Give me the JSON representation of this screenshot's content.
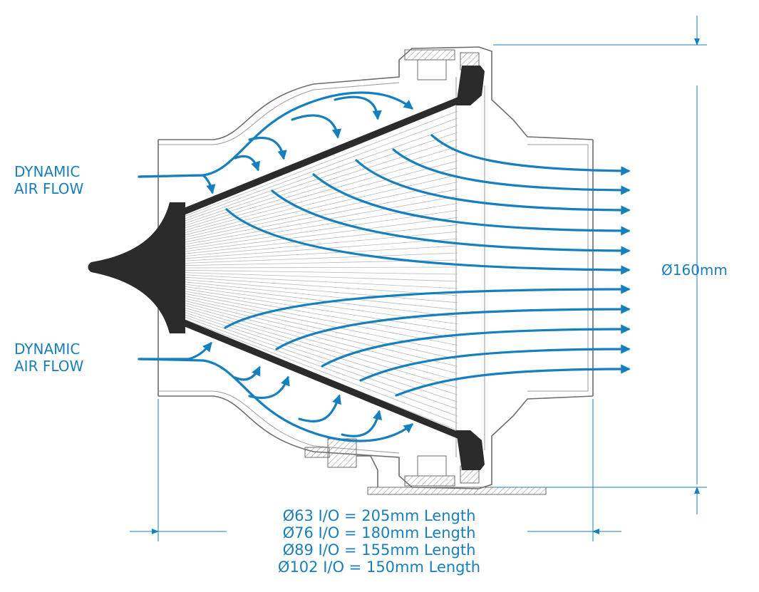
{
  "labels": {
    "flow_top": [
      "DYNAMIC",
      "AIR FLOW"
    ],
    "flow_bottom": [
      "DYNAMIC",
      "AIR FLOW"
    ],
    "diameter": "Ø160mm",
    "specs": [
      "Ø63 I/O = 205mm Length",
      "Ø76 I/O = 180mm Length",
      "Ø89 I/O = 155mm Length",
      "Ø102 I/O = 150mm Length"
    ]
  },
  "colors": {
    "flow": "#1580bd",
    "text": "#1a7fb8",
    "cone": "#2b2b2b",
    "housing": "#6d6d6d"
  }
}
